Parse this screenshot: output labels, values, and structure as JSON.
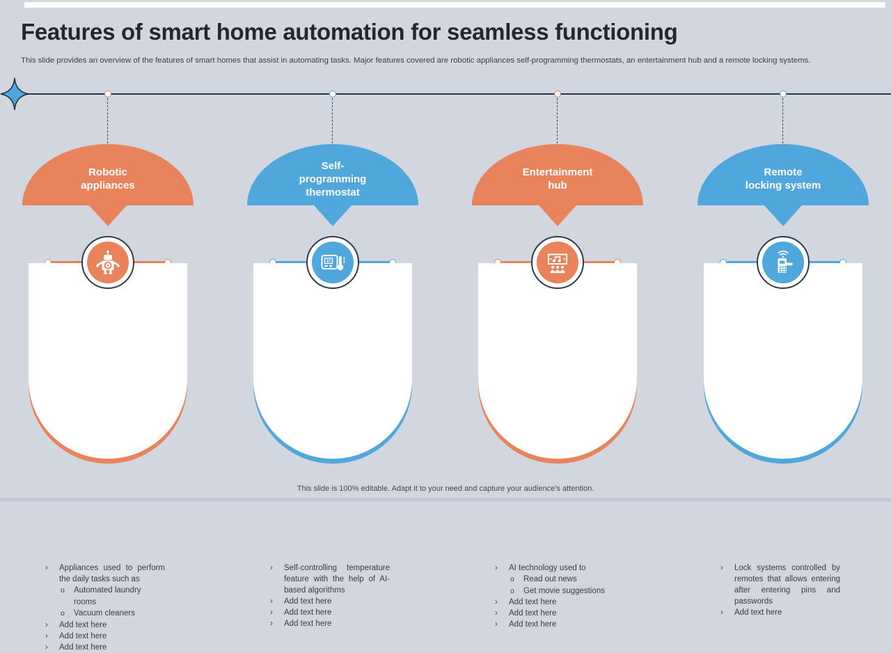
{
  "slide": {
    "title": "Features of smart home automation for seamless functioning",
    "subtitle": "This slide provides an overview of the features of smart homes that assist in automating tasks. Major features covered are robotic appliances self-programming thermostats, an entertainment hub and a remote locking systems.",
    "footer": "This slide is 100% editable. Adapt it to your need and capture your audience's attention."
  },
  "bullets": {
    "l1": "›",
    "l2": "o"
  },
  "colors": {
    "background": "#D2D6DF",
    "orange": "#E8835C",
    "blue": "#4FA7DB",
    "timeline": "#27364A",
    "card": "#FFFFFF",
    "text": "#3B3B3B"
  },
  "decorations": {
    "star_icon": "four-point-star-icon"
  },
  "columns": [
    {
      "title": "Robotic\nappliances",
      "color": "#E8835C",
      "icon": "robot-icon",
      "items": [
        {
          "level": 1,
          "text": "Appliances used to perform the daily tasks such as"
        },
        {
          "level": 2,
          "text": "Automated laundry rooms"
        },
        {
          "level": 2,
          "text": "Vacuum cleaners"
        },
        {
          "level": 1,
          "text": "Add text here"
        },
        {
          "level": 1,
          "text": "Add text here"
        },
        {
          "level": 1,
          "text": "Add text here"
        }
      ]
    },
    {
      "title": "Self-\nprogramming\nthermostat",
      "color": "#4FA7DB",
      "icon": "thermostat-icon",
      "display_value": "37",
      "items": [
        {
          "level": 1,
          "text": "Self-controlling temperature feature with the help of AI-based algorithms"
        },
        {
          "level": 1,
          "text": "Add text here"
        },
        {
          "level": 1,
          "text": "Add text here"
        },
        {
          "level": 1,
          "text": "Add text here"
        }
      ]
    },
    {
      "title": "Entertainment\nhub",
      "color": "#E8835C",
      "icon": "entertainment-hub-icon",
      "items": [
        {
          "level": 1,
          "text": "AI technology used to"
        },
        {
          "level": 2,
          "text": "Read out news"
        },
        {
          "level": 2,
          "text": "Get movie suggestions"
        },
        {
          "level": 1,
          "text": "Add text here"
        },
        {
          "level": 1,
          "text": "Add text here"
        },
        {
          "level": 1,
          "text": "Add text here"
        }
      ]
    },
    {
      "title": "Remote\nlocking system",
      "color": "#4FA7DB",
      "icon": "smart-lock-icon",
      "items": [
        {
          "level": 1,
          "text": "Lock systems controlled by remotes that allows entering after entering pins and passwords"
        },
        {
          "level": 1,
          "text": "Add text here"
        }
      ]
    }
  ]
}
